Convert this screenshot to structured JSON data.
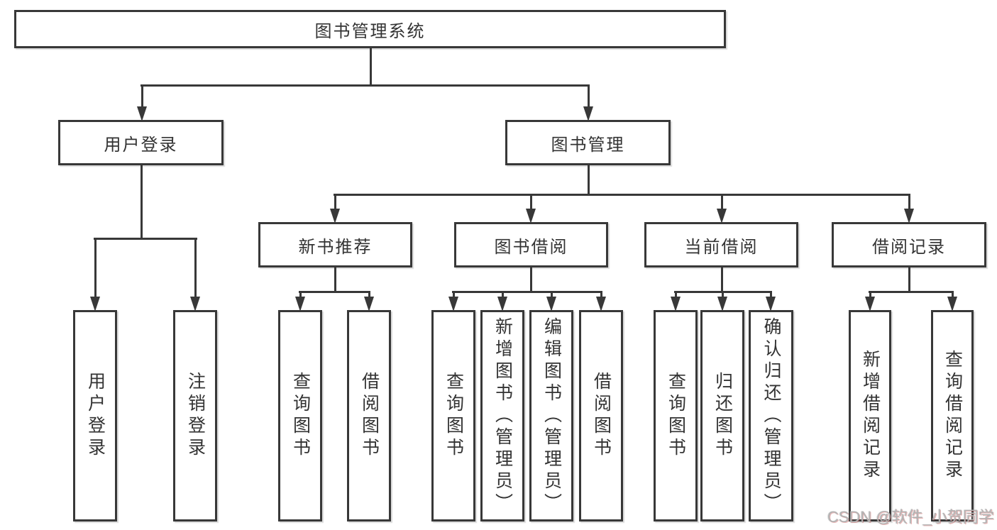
{
  "diagram": {
    "title": "图书管理系统",
    "watermark": "CSDN @软件_小贺同学",
    "colors": {
      "line": "#383838",
      "text": "#333333",
      "box_background": "#ffffff",
      "watermark": "#b3b3b3"
    },
    "nodes": {
      "root": {
        "label": "图书管理系统"
      },
      "user_login": {
        "label": "用户登录"
      },
      "book_mgmt": {
        "label": "图书管理"
      },
      "new_book_rec": {
        "label": "新书推荐"
      },
      "book_borrow": {
        "label": "图书借阅"
      },
      "current_borrow": {
        "label": "当前借阅"
      },
      "borrow_record": {
        "label": "借阅记录"
      },
      "leaf_user_login": {
        "label": "用户登录"
      },
      "leaf_logout": {
        "label": "注销登录"
      },
      "leaf_rec_query": {
        "label": "查询图书"
      },
      "leaf_rec_borrow": {
        "label": "借阅图书"
      },
      "leaf_bb_query": {
        "label": "查询图书"
      },
      "leaf_bb_add": {
        "label": "新增图书（管理员）"
      },
      "leaf_bb_edit": {
        "label": "编辑图书（管理员）"
      },
      "leaf_bb_borrow": {
        "label": "借阅图书"
      },
      "leaf_cb_query": {
        "label": "查询图书"
      },
      "leaf_cb_return": {
        "label": "归还图书"
      },
      "leaf_cb_confirm": {
        "label": "确认归还（管理员）"
      },
      "leaf_br_add": {
        "label": "新增借阅记录"
      },
      "leaf_br_query": {
        "label": "查询借阅记录"
      }
    },
    "hierarchy": {
      "图书管理系统": {
        "用户登录": [
          "用户登录",
          "注销登录"
        ],
        "图书管理": {
          "新书推荐": [
            "查询图书",
            "借阅图书"
          ],
          "图书借阅": [
            "查询图书",
            "新增图书（管理员）",
            "编辑图书（管理员）",
            "借阅图书"
          ],
          "当前借阅": [
            "查询图书",
            "归还图书",
            "确认归还（管理员）"
          ],
          "借阅记录": [
            "新增借阅记录",
            "查询借阅记录"
          ]
        }
      }
    }
  }
}
